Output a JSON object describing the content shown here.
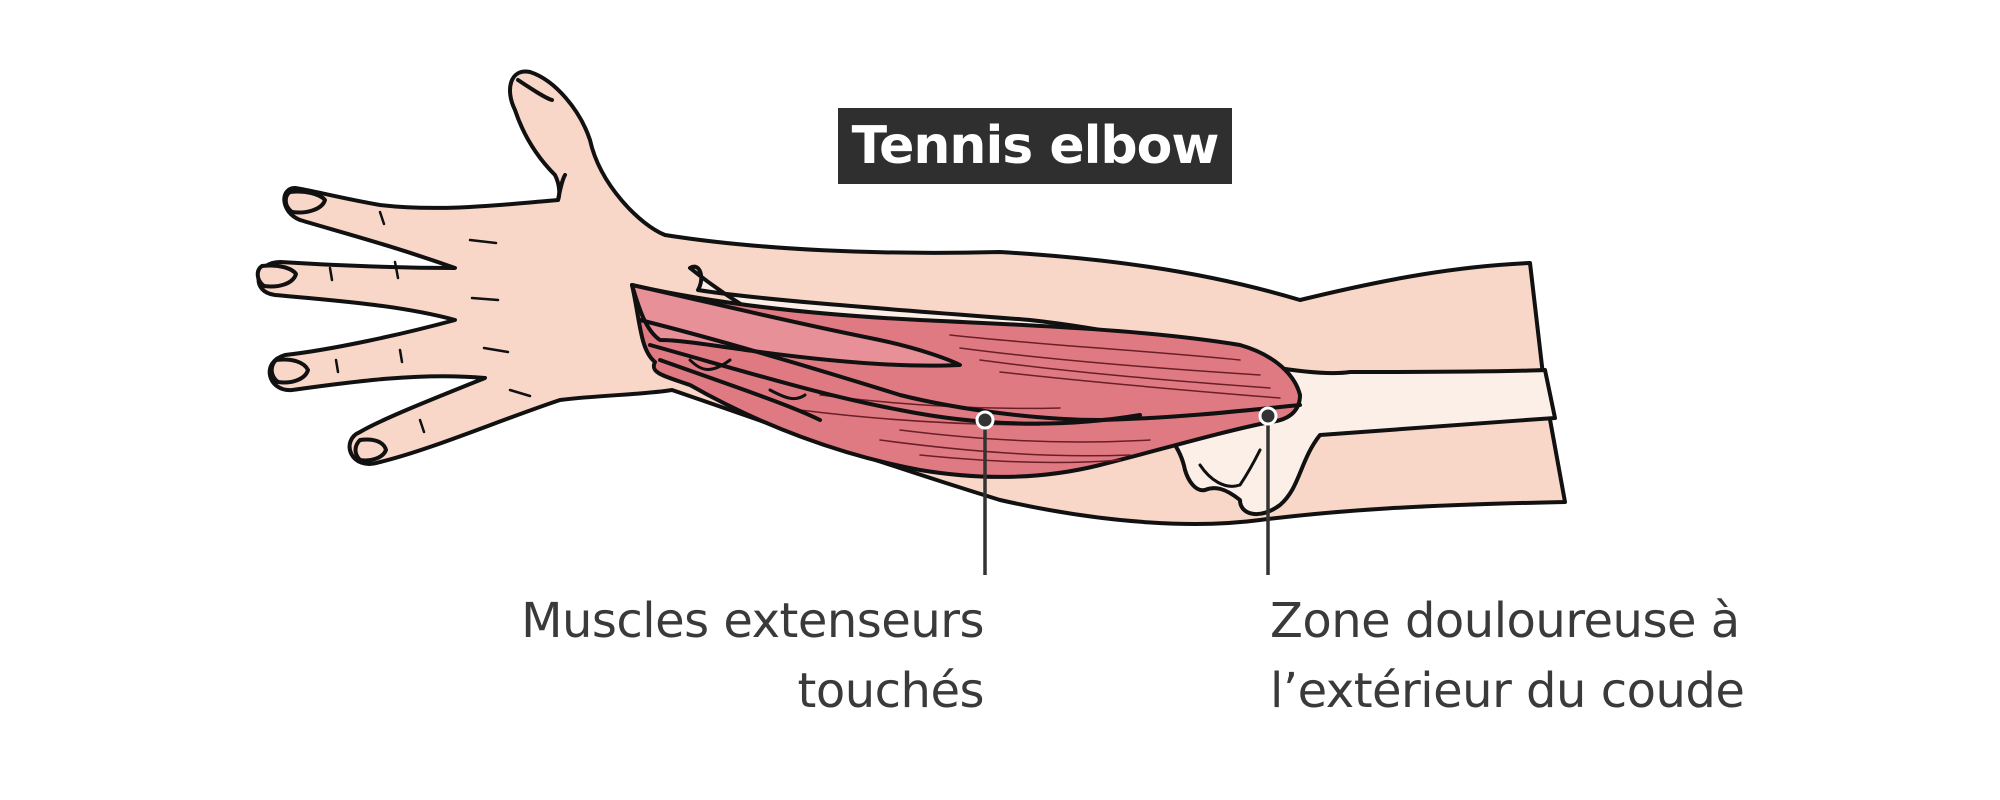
{
  "title": "Tennis elbow",
  "labels": {
    "muscles": {
      "line1": "Muscles extenseurs",
      "line2": "touchés"
    },
    "pain_zone": {
      "line1": "Zone douloureuse à",
      "line2": "l’extérieur du coude"
    }
  },
  "colors": {
    "skin": "#f8d7c9",
    "muscle": "#e07a82",
    "muscle_light": "#e89098",
    "bone": "#fcefe8",
    "outline": "#111111",
    "title_bg": "#2f2f2f",
    "label_text": "#3a3a3a"
  }
}
